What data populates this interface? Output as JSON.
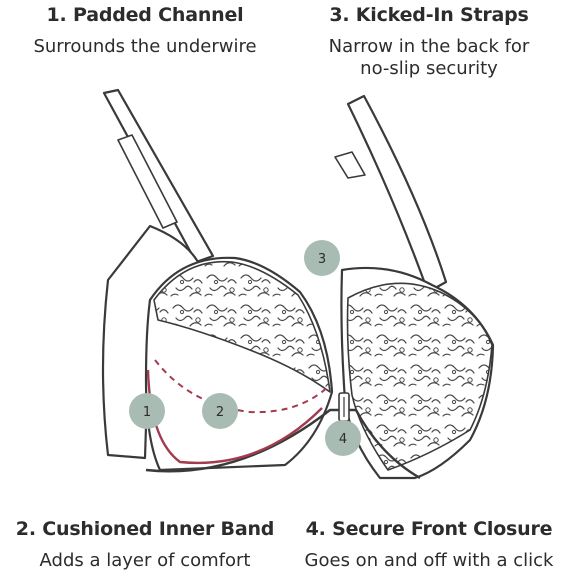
{
  "features": [
    {
      "number": "1",
      "title": "1. Padded Channel",
      "description": "Surrounds the underwire"
    },
    {
      "number": "2",
      "title": "2. Cushioned Inner Band",
      "description": "Adds a layer of comfort"
    },
    {
      "number": "3",
      "title": "3. Kicked-In Straps",
      "description": "Narrow in the back for no-slip security"
    },
    {
      "number": "4",
      "title": "4. Secure Front Closure",
      "description": "Goes on and off with a click"
    }
  ],
  "colors": {
    "outline": "#3a3a3a",
    "marker_fill": "#a9bcb3",
    "accent_line": "#a23b4e",
    "background": "#ffffff"
  }
}
